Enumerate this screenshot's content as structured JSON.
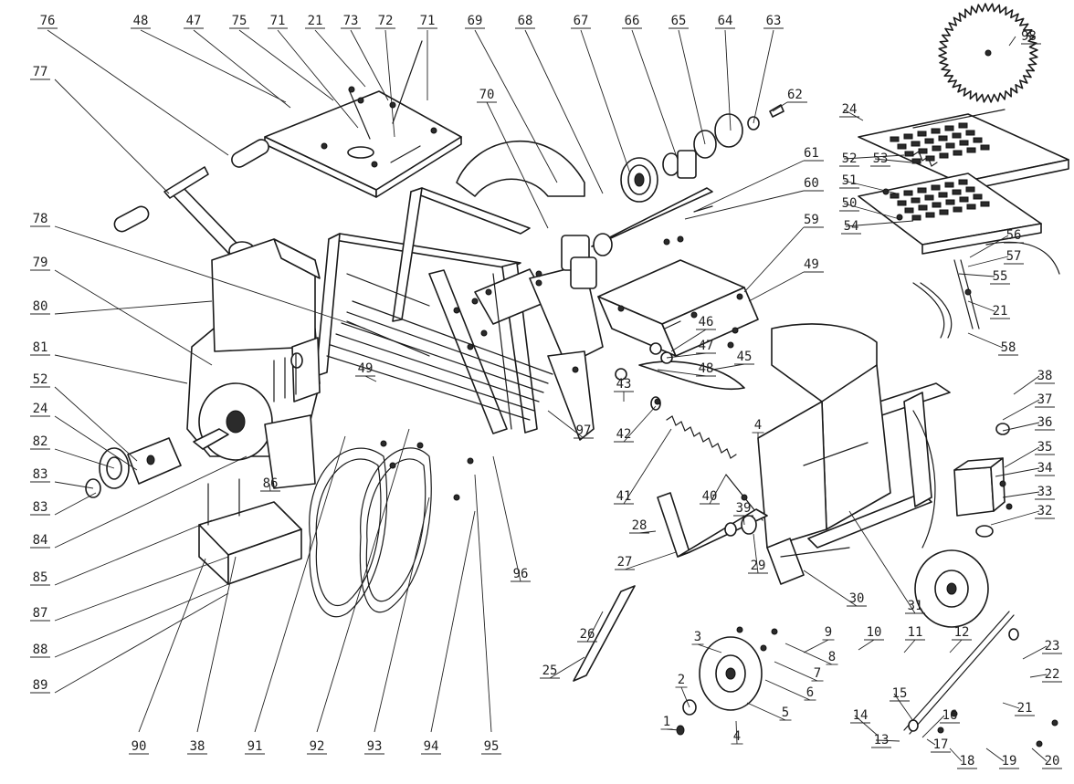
{
  "diagram": {
    "callouts": {
      "top": [
        "76",
        "48",
        "47",
        "75",
        "71",
        "21",
        "73",
        "72",
        "71",
        "69",
        "68",
        "67",
        "66",
        "65",
        "64",
        "63"
      ],
      "left": [
        "77",
        "78",
        "79",
        "80",
        "81",
        "52",
        "24",
        "82",
        "83",
        "83",
        "84",
        "85",
        "87",
        "88",
        "89"
      ],
      "bottom": [
        "90",
        "38",
        "91",
        "92",
        "93",
        "94",
        "95"
      ],
      "middle": [
        "62",
        "70",
        "61",
        "60",
        "59",
        "49",
        "49",
        "46",
        "47",
        "48",
        "45",
        "43",
        "42",
        "41",
        "40",
        "4",
        "39",
        "28",
        "27",
        "29",
        "30",
        "31",
        "96",
        "97",
        "26",
        "25",
        "86",
        "3",
        "2",
        "1",
        "4",
        "5",
        "6",
        "7",
        "8",
        "9",
        "10",
        "11",
        "12"
      ],
      "right": [
        "98",
        "24",
        "52",
        "53",
        "51",
        "50",
        "54",
        "56",
        "57",
        "55",
        "21",
        "58",
        "38",
        "37",
        "36",
        "35",
        "34",
        "33",
        "32",
        "23",
        "22",
        "21",
        "15",
        "16",
        "14",
        "13",
        "17",
        "18",
        "19",
        "20"
      ]
    },
    "colors": {
      "line": "#1a1a1a",
      "background": "#ffffff"
    }
  }
}
